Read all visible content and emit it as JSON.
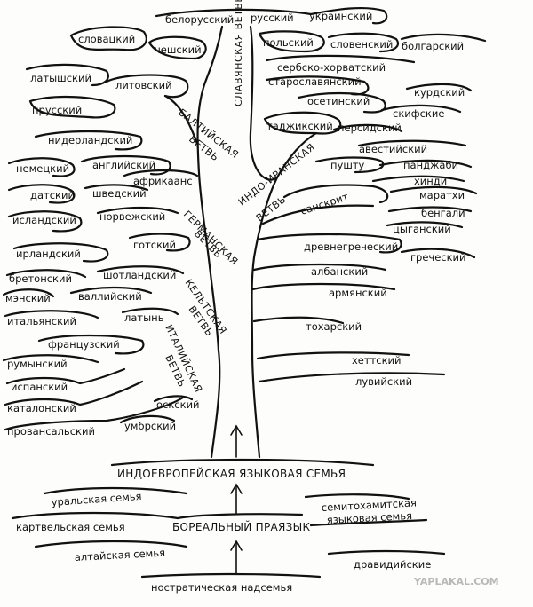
{
  "labels": {
    "belorussian": "белорусский",
    "russian": "русский",
    "ukrainian": "украинский",
    "slovak": "словацкий",
    "czech": "чешский",
    "polish": "польский",
    "slovenian": "словенский",
    "bulgarian": "болгарский",
    "serbocroatian": "сербско-хорватский",
    "oldslavonic": "старославянский",
    "latvian": "латышский",
    "lithuanian": "литовский",
    "prussian": "прусский",
    "ossetian": "осетинский",
    "kurdish": "курдский",
    "tajik": "таджикский",
    "scythian": "скифские",
    "persian": "персидский",
    "avestan": "авестийский",
    "pashto": "пушту",
    "punjabi": "панджаби",
    "hindi": "хинди",
    "marathi": "маратхи",
    "bengali": "бенгали",
    "romani": "цыганский",
    "sanskrit": "санскрит",
    "dutch": "нидерландский",
    "german": "немецкий",
    "english": "английский",
    "afrikaans": "африкаанс",
    "danish": "датский",
    "swedish": "шведский",
    "icelandic": "исландский",
    "norwegian": "норвежский",
    "gothic": "готский",
    "irish": "ирландский",
    "breton": "бретонский",
    "scottish": "шотландский",
    "manx": "мэнский",
    "welsh": "валлийский",
    "italian": "итальянский",
    "latin": "латынь",
    "french": "французский",
    "romanian": "румынский",
    "spanish": "испанский",
    "catalan": "каталонский",
    "provencal": "провансальский",
    "oscan": "оскский",
    "umbrian": "умбрский",
    "ancientgreek": "древнегреческий",
    "greek": "греческий",
    "albanian": "албанский",
    "armenian": "армянский",
    "tocharian": "тохарский",
    "hittite": "хеттский",
    "luwian": "лувийский"
  },
  "branches": {
    "slavic": "СЛАВЯНСКАЯ ВЕТВЬ",
    "baltic1": "БАЛТИЙСКАЯ",
    "baltic2": "ВЕТВЬ",
    "indoiranian1": "ИНДО-ИРАНСКАЯ",
    "indoiranian2": "ВЕТВЬ",
    "germanic1": "ГЕРМАНСКАЯ",
    "germanic2": "ВЕТВЬ",
    "celtic1": "КЕЛЬТСКАЯ",
    "celtic2": "ВЕТВЬ",
    "italic1": "ИТАЛИЙСКАЯ",
    "italic2": "ВЕТВЬ"
  },
  "trunk": {
    "indoeuropean": "ИНДОЕВРОПЕЙСКАЯ ЯЗЫКОВАЯ СЕМЬЯ",
    "boreal": "БОРЕАЛЬНЫЙ ПРАЯЗЫК",
    "uralic": "уральская семья",
    "kartvelian": "картвельская семья",
    "altaic": "алтайская семья",
    "semitohamitic1": "семитохамитская",
    "semitohamitic2": "языковая семья",
    "dravidian": "дравидийские",
    "nostratic": "ностратическая надсемья"
  },
  "watermark": "YAPLAKAL.COM"
}
